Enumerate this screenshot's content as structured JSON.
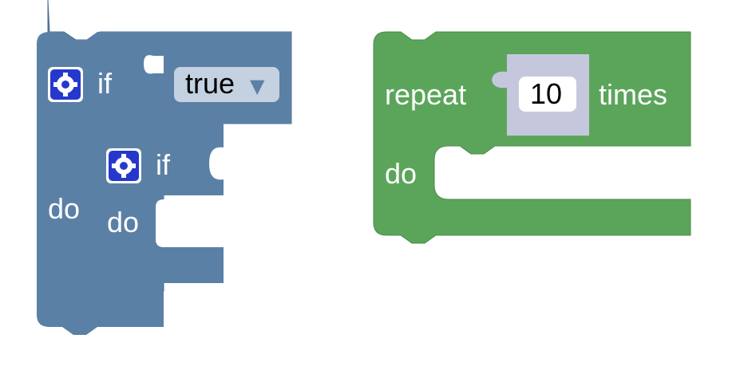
{
  "workspace": {
    "colors": {
      "logic_block": "#5b80a5",
      "logic_block_dark": "#4a6b8c",
      "loop_block": "#5ba55b",
      "loop_block_dark": "#4a8c4a",
      "math_block": "#c5c8dd",
      "mutator_icon": "#2638cc",
      "field_bg": "#ffffff"
    },
    "outer_if": {
      "if_label": "if",
      "do_label": "do",
      "mutator_icon": "gear-icon",
      "condition": {
        "value": "true",
        "dropdown_icon": "triangle-down-icon"
      }
    },
    "inner_if": {
      "if_label": "if",
      "do_label": "do",
      "mutator_icon": "gear-icon"
    },
    "repeat": {
      "repeat_label": "repeat",
      "times_value": "10",
      "times_label": "times",
      "do_label": "do"
    }
  }
}
